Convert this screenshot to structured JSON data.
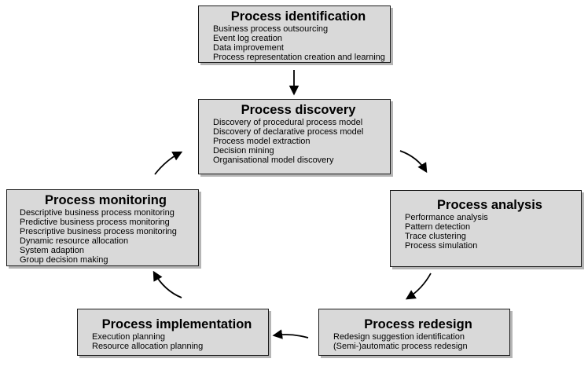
{
  "colors": {
    "box_fill": "#d9d9d9",
    "box_border": "#1a1a1a",
    "box_shadow": "#b5b5b5",
    "arrow": "#000000"
  },
  "boxes": {
    "identification": {
      "title": "Process identification",
      "items": [
        "Business process outsourcing",
        "Event log creation",
        "Data improvement",
        "Process representation creation and learning"
      ]
    },
    "discovery": {
      "title": "Process discovery",
      "items": [
        "Discovery of procedural process model",
        "Discovery of declarative process model",
        "Process model extraction",
        "Decision mining",
        "Organisational model discovery"
      ]
    },
    "monitoring": {
      "title": "Process monitoring",
      "items": [
        "Descriptive business process monitoring",
        "Predictive business process monitoring",
        "Prescriptive business process monitoring",
        "Dynamic resource allocation",
        "System adaption",
        "Group decision making"
      ]
    },
    "analysis": {
      "title": "Process analysis",
      "items": [
        "Performance analysis",
        "Pattern detection",
        "Trace clustering",
        "Process simulation"
      ]
    },
    "implementation": {
      "title": "Process implementation",
      "items": [
        "Execution planning",
        "Resource allocation planning"
      ]
    },
    "redesign": {
      "title": "Process redesign",
      "items": [
        "Redesign suggestion identification",
        "(Semi-)automatic process redesign"
      ]
    }
  }
}
